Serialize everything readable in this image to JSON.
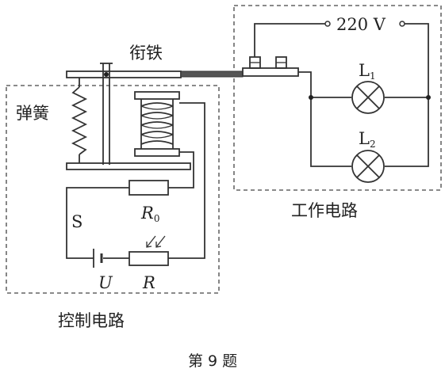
{
  "labels": {
    "armature": "衔铁",
    "spring": "弹簧",
    "voltage": "220 V",
    "lamp1_main": "L",
    "lamp1_sub": "1",
    "lamp2_main": "L",
    "lamp2_sub": "2",
    "r0_main": "R",
    "r0_sub": "0",
    "switch": "S",
    "source": "U",
    "photoresistor": "R",
    "work_circuit": "工作电路",
    "control_circuit": "控制电路",
    "caption": "第 9 题"
  }
}
